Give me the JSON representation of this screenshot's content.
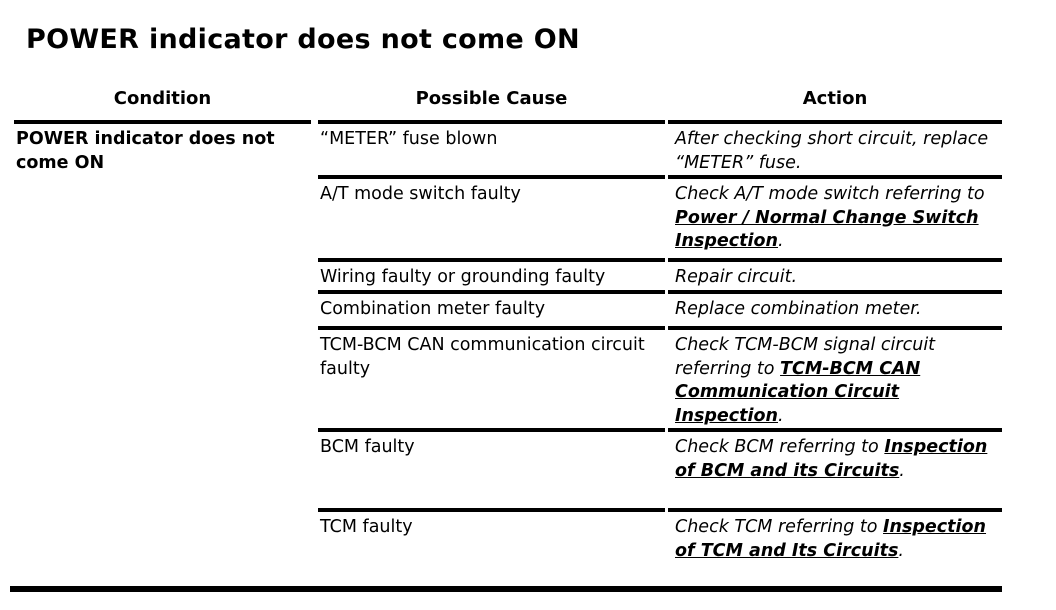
{
  "page": {
    "title": "POWER indicator does not come ON"
  },
  "table": {
    "headers": [
      "Condition",
      "Possible Cause",
      "Action"
    ],
    "condition": "POWER indicator does not come ON",
    "rows": [
      {
        "cause": "“METER” fuse blown",
        "action": [
          {
            "text": "After checking short circuit, replace “METER” fuse.",
            "style": "plain"
          }
        ]
      },
      {
        "cause": "A/T mode switch faulty",
        "action": [
          {
            "text": "Check A/T mode switch referring to ",
            "style": "plain"
          },
          {
            "text": "Power / Normal Change Switch Inspection",
            "style": "link"
          },
          {
            "text": ".",
            "style": "plain"
          }
        ]
      },
      {
        "cause": "Wiring faulty or grounding faulty",
        "action": [
          {
            "text": "Repair circuit.",
            "style": "plain"
          }
        ]
      },
      {
        "cause": "Combination meter faulty",
        "action": [
          {
            "text": "Replace combination meter.",
            "style": "plain"
          }
        ]
      },
      {
        "cause": "TCM-BCM CAN communication circuit faulty",
        "action": [
          {
            "text": "Check TCM-BCM signal circuit referring to ",
            "style": "plain"
          },
          {
            "text": "TCM-BCM CAN Communication Circuit Inspection",
            "style": "link"
          },
          {
            "text": ".",
            "style": "plain"
          }
        ]
      },
      {
        "cause": "BCM faulty",
        "action": [
          {
            "text": "Check BCM referring to ",
            "style": "plain"
          },
          {
            "text": "Inspection of BCM and its Circuits",
            "style": "link"
          },
          {
            "text": ".",
            "style": "plain"
          }
        ]
      },
      {
        "cause": "TCM faulty",
        "action": [
          {
            "text": "Check TCM referring to ",
            "style": "plain"
          },
          {
            "text": "Inspection of TCM and Its Circuits",
            "style": "link"
          },
          {
            "text": ".",
            "style": "plain"
          }
        ]
      }
    ]
  }
}
